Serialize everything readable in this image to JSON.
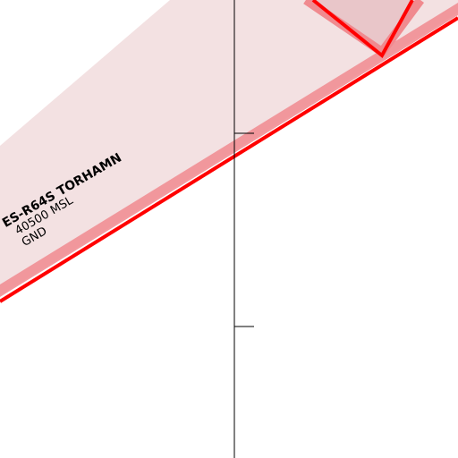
{
  "map": {
    "colors": {
      "background": "#ffffff",
      "airspace_fill": "#f3e1e2",
      "airspace_border": "#ff0000",
      "airspace_halo": "#f08a8f",
      "notch_fill": "#e9c6c9",
      "meridian_line": "#000000"
    },
    "airspace": {
      "name": "ES-R64S TORHAMN",
      "upper_limit": "40500 MSL",
      "lower_limit": "GND"
    }
  }
}
